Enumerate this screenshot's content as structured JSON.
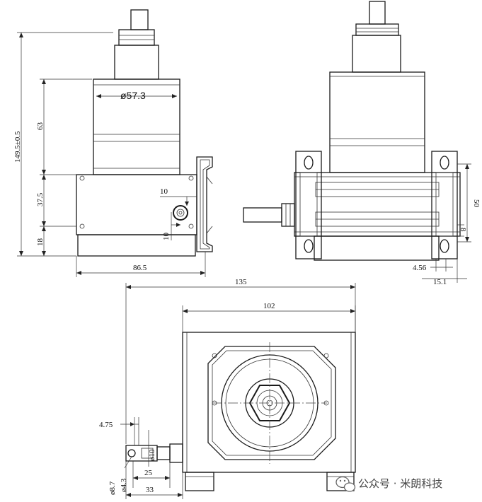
{
  "dimensions": {
    "front": {
      "dia_body": "ø57.3",
      "total_height": "149.5±0.5",
      "body_height": "63",
      "box_height": "37.5",
      "foot_height": "18",
      "width": "86.5",
      "port_offset_top": "10",
      "port_offset_side": "10"
    },
    "side": {
      "mount_height": "50",
      "slot_width": "8",
      "plate_thk": "4.56",
      "flange_width": "15.1"
    },
    "bottom": {
      "overall_width": "135",
      "box_width": "102",
      "hook_offset": "4.75",
      "hole_dia": "ø10",
      "hole_small": "ø4.3",
      "hook_dia": "ø8.7",
      "hook_len": "25",
      "hook_reach": "33"
    }
  },
  "watermark": {
    "text": "公众号 · 米朗科技"
  }
}
